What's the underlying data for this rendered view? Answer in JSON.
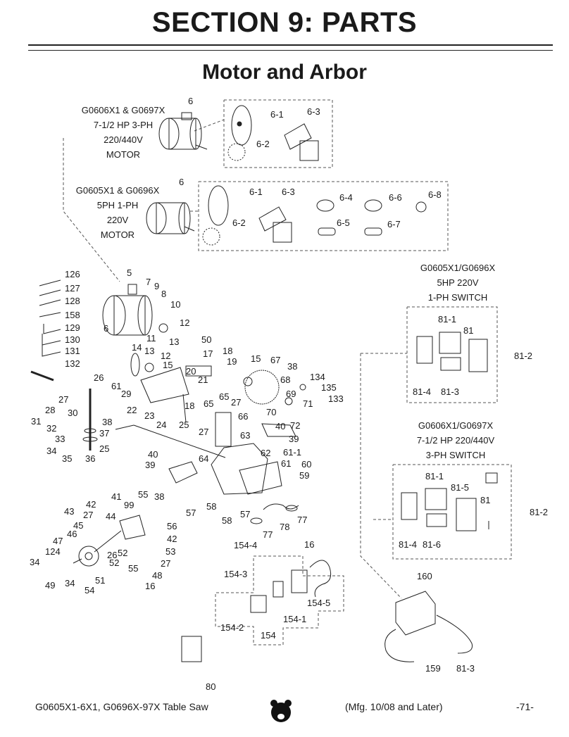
{
  "header": {
    "section_title": "SECTION 9: PARTS",
    "subtitle": "Motor and Arbor"
  },
  "captions": {
    "motor_3ph": [
      "G0606X1 & G0697X",
      "7-1/2 HP 3-PH",
      "220/440V",
      "MOTOR"
    ],
    "motor_1ph": [
      "G0605X1 & G0696X",
      "5PH 1-PH",
      "220V",
      "MOTOR"
    ],
    "switch_1ph": [
      "G0605X1/G0696X",
      "5HP 220V",
      "1-PH SWITCH"
    ],
    "switch_3ph": [
      "G0606X1/G0697X",
      "7-1/2 HP 220/440V",
      "3-PH SWITCH"
    ]
  },
  "labels": [
    "6",
    "6-1",
    "6-3",
    "6-2",
    "6",
    "6-1",
    "6-3",
    "6-4",
    "6-6",
    "6-8",
    "6-2",
    "6-5",
    "6-7",
    "126",
    "127",
    "128",
    "158",
    "129",
    "130",
    "131",
    "132",
    "5",
    "7",
    "9",
    "8",
    "10",
    "12",
    "6",
    "11",
    "13",
    "50",
    "14",
    "13",
    "12",
    "15",
    "18",
    "19",
    "17",
    "20",
    "21",
    "61",
    "29",
    "22",
    "23",
    "24",
    "25",
    "18",
    "15",
    "67",
    "38",
    "134",
    "135",
    "133",
    "68",
    "69",
    "71",
    "70",
    "72",
    "26",
    "27",
    "28",
    "30",
    "31",
    "32",
    "33",
    "34",
    "35",
    "36",
    "38",
    "37",
    "25",
    "65",
    "65",
    "27",
    "66",
    "27",
    "40",
    "39",
    "63",
    "62",
    "61-1",
    "61",
    "60",
    "59",
    "64",
    "40",
    "39",
    "57",
    "58",
    "58",
    "57",
    "78",
    "77",
    "77",
    "41",
    "55",
    "38",
    "42",
    "99",
    "43",
    "27",
    "44",
    "45",
    "46",
    "47",
    "124",
    "34",
    "56",
    "42",
    "52",
    "53",
    "52",
    "26",
    "27",
    "55",
    "48",
    "49",
    "34",
    "51",
    "54",
    "16",
    "154-4",
    "16",
    "154-3",
    "154-5",
    "154-2",
    "154-1",
    "154",
    "80",
    "160",
    "159",
    "81-3",
    "81-1",
    "81",
    "81-2",
    "81-4",
    "81-3",
    "81-1",
    "81-5",
    "81",
    "81-2",
    "81-4",
    "81-6"
  ],
  "footer": {
    "model": "G0605X1-6X1, G0696X-97X Table Saw",
    "mfg": "(Mfg. 10/08 and Later)",
    "page": "-71-",
    "logo_icon": "grizzly-bear-logo-icon"
  }
}
